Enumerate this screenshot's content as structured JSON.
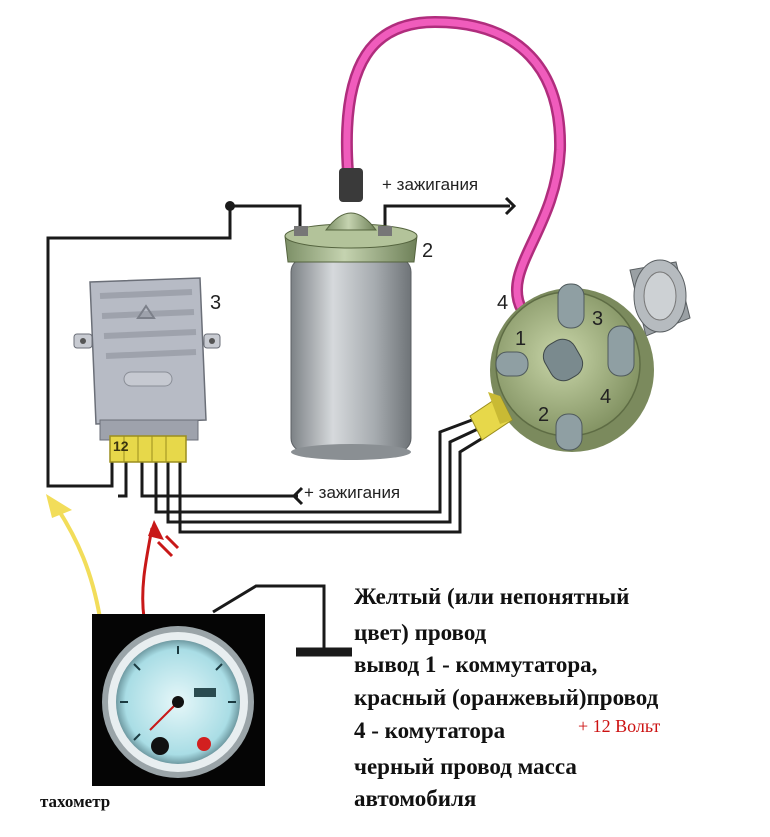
{
  "labels": {
    "ignition_top": "+ зажигания",
    "ignition_bottom": "+ зажигания",
    "coil_number": "2",
    "commutator_number": "3",
    "distributor_number": "4",
    "terminal_1": "1",
    "terminal_2": "2",
    "terminal_3": "3",
    "terminal_4": "4",
    "connector_pins": "12",
    "tachometer": "тахометр"
  },
  "note": {
    "line1": "Желтый (или непонятный",
    "line2": "цвет) провод",
    "line3": "вывод  1 - коммутатора,",
    "line4": "красный (оранжевый)провод",
    "line5": "4 - комутатора",
    "line6": "черный провод масса",
    "line7": "автомобиля",
    "voltage": "+ 12 Вольт"
  },
  "colors": {
    "wire": "#1a1a1a",
    "hv_wire": "#e23fa6",
    "coil_body": "#a9aeb2",
    "coil_cap": "#9fb48a",
    "commutator": "#b9bcc6",
    "distributor": "#a3b381",
    "connector": "#e7d84a",
    "arrow_yellow": "#f2dd5a",
    "arrow_red": "#c81818",
    "tacho_face": "#bfe9ef"
  },
  "icons": [
    "ignition-coil-icon",
    "commutator-icon",
    "distributor-icon",
    "tachometer-icon",
    "ground-icon"
  ]
}
